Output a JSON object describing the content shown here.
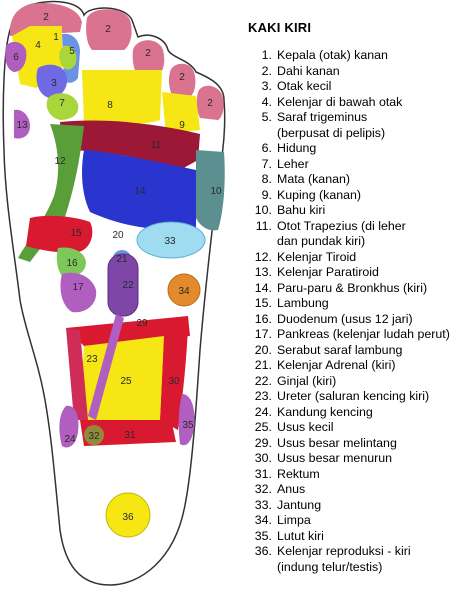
{
  "title": "KAKI KIRI",
  "legend": [
    {
      "num": "1.",
      "label": "Kepala (otak) kanan"
    },
    {
      "num": "2.",
      "label": "Dahi kanan"
    },
    {
      "num": "3.",
      "label": "Otak kecil"
    },
    {
      "num": "4.",
      "label": "Kelenjar di bawah otak"
    },
    {
      "num": "5.",
      "label": "Saraf trigeminus\n(berpusat di pelipis)"
    },
    {
      "num": "6.",
      "label": "Hidung"
    },
    {
      "num": "7.",
      "label": "Leher"
    },
    {
      "num": "8.",
      "label": "Mata (kanan)"
    },
    {
      "num": "9.",
      "label": "Kuping (kanan)"
    },
    {
      "num": "10.",
      "label": "Bahu kiri"
    },
    {
      "num": "11.",
      "label": "Otot Trapezius (di leher\ndan pundak kiri)"
    },
    {
      "num": "12.",
      "label": "Kelenjar Tiroid"
    },
    {
      "num": "13.",
      "label": "Kelenjar Paratiroid"
    },
    {
      "num": "14.",
      "label": "Paru-paru & Bronkhus (kiri)"
    },
    {
      "num": "15.",
      "label": "Lambung"
    },
    {
      "num": "16.",
      "label": "Duodenum (usus 12 jari)"
    },
    {
      "num": "17.",
      "label": "Pankreas (kelenjar ludah perut)"
    },
    {
      "num": "20.",
      "label": "Serabut saraf lambung"
    },
    {
      "num": "21.",
      "label": "Kelenjar Adrenal (kiri)"
    },
    {
      "num": "22.",
      "label": "Ginjal (kiri)"
    },
    {
      "num": "23.",
      "label": "Ureter (saluran kencing kiri)"
    },
    {
      "num": "24.",
      "label": "Kandung kencing"
    },
    {
      "num": "25.",
      "label": "Usus kecil"
    },
    {
      "num": "29.",
      "label": "Usus besar melintang"
    },
    {
      "num": "30.",
      "label": "Usus besar menurun"
    },
    {
      "num": "31.",
      "label": "Rektum"
    },
    {
      "num": "32.",
      "label": "Anus"
    },
    {
      "num": "33.",
      "label": "Jantung"
    },
    {
      "num": "34.",
      "label": "Limpa"
    },
    {
      "num": "35.",
      "label": "Lutut kiri"
    },
    {
      "num": "36.",
      "label": "Kelenjar reproduksi - kiri\n(indung telur/testis)"
    }
  ],
  "zone_labels": {
    "z1": "1",
    "z2a": "2",
    "z2b": "2",
    "z2c": "2",
    "z2d": "2",
    "z2e": "2",
    "z3": "3",
    "z4": "4",
    "z5": "5",
    "z6": "6",
    "z7": "7",
    "z8": "8",
    "z9": "9",
    "z10": "10",
    "z11": "11",
    "z12": "12",
    "z13": "13",
    "z14": "14",
    "z15": "15",
    "z16": "16",
    "z17": "17",
    "z20": "20",
    "z21": "21",
    "z22": "22",
    "z23": "23",
    "z24": "24",
    "z25": "25",
    "z29": "29",
    "z30": "30",
    "z31": "31",
    "z32": "32",
    "z33": "33",
    "z34": "34",
    "z35": "35",
    "z36": "36"
  },
  "colors": {
    "outline": "#333333",
    "head_pink": "#d9738f",
    "yellow": "#f5e614",
    "lime": "#a9d63a",
    "violet": "#b05fc1",
    "purple": "#7e46a6",
    "blue": "#2a35cf",
    "dark_red": "#9c1836",
    "bright_red": "#d8192f",
    "green": "#5a9e3a",
    "light_green": "#7ec85a",
    "teal": "#5c8f8f",
    "light_blue": "#9fdcf2",
    "orange": "#e28a2c",
    "periwinkle": "#6f6ae3",
    "cornflower": "#6a93e6",
    "olive": "#8f8a3c",
    "pink_red": "#cf2d57"
  }
}
